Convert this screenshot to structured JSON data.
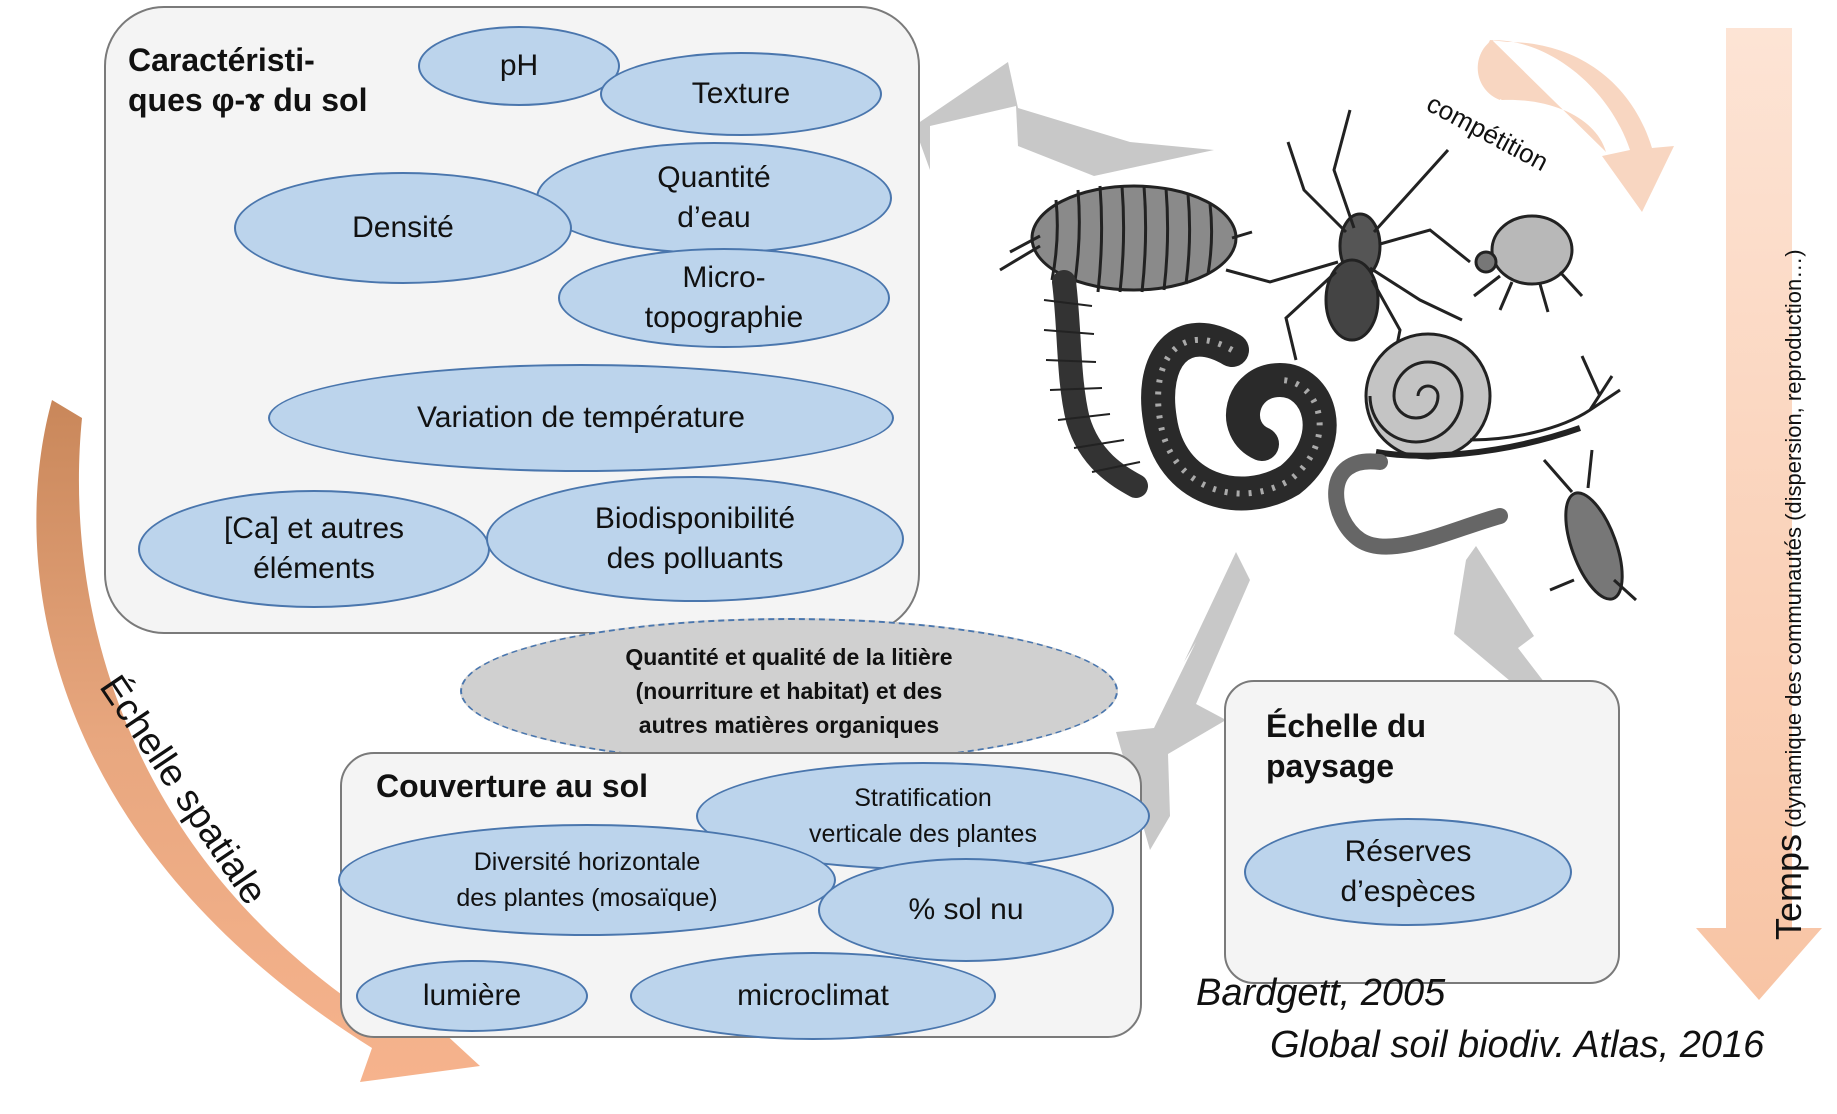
{
  "panels": {
    "soil": {
      "title": "Caractéristi-\nques φ-ɤ du sol"
    },
    "cover": {
      "title": "Couverture au sol"
    },
    "landscape": {
      "title": "Échelle du\npaysage"
    }
  },
  "soil_items": {
    "ph": "pH",
    "texture": "Texture",
    "water": "Quantité\nd’eau",
    "density": "Densité",
    "microtopo": "Micro-\ntopographie",
    "temperature": "Variation de température",
    "calcium": "[Ca] et autres\néléments",
    "pollutants": "Biodisponibilité\ndes polluants"
  },
  "litter": "Quantité et qualité  de la litière\n(nourriture et habitat) et des\nautres matières organiques",
  "cover_items": {
    "stratification": "Stratification\nverticale des plantes",
    "horizontal": "Diversité horizontale\ndes  plantes (mosaïque)",
    "bare_soil": "% sol nu",
    "light": "lumière",
    "microclimate": "microclimat"
  },
  "landscape_items": {
    "reserves": "Réserves\nd’espèces"
  },
  "labels": {
    "competition": "compétition",
    "spatial": "Échelle spatiale",
    "time_main": "Temps",
    "time_sub": " (dynamique des communautés (dispersion, reproduction…)"
  },
  "citations": {
    "bardgett": "Bardgett, 2005",
    "atlas": "Global soil biodiv. Atlas, 2016"
  },
  "colors": {
    "ellipse_fill": "#bcd4ec",
    "ellipse_border": "#4a76ad",
    "panel_fill": "#f4f4f4",
    "panel_border": "#7a7a7a",
    "arrow_orange": "#e6a77f",
    "arrow_peach": "#f7c9ae",
    "lightning": "#c8c8c8"
  }
}
